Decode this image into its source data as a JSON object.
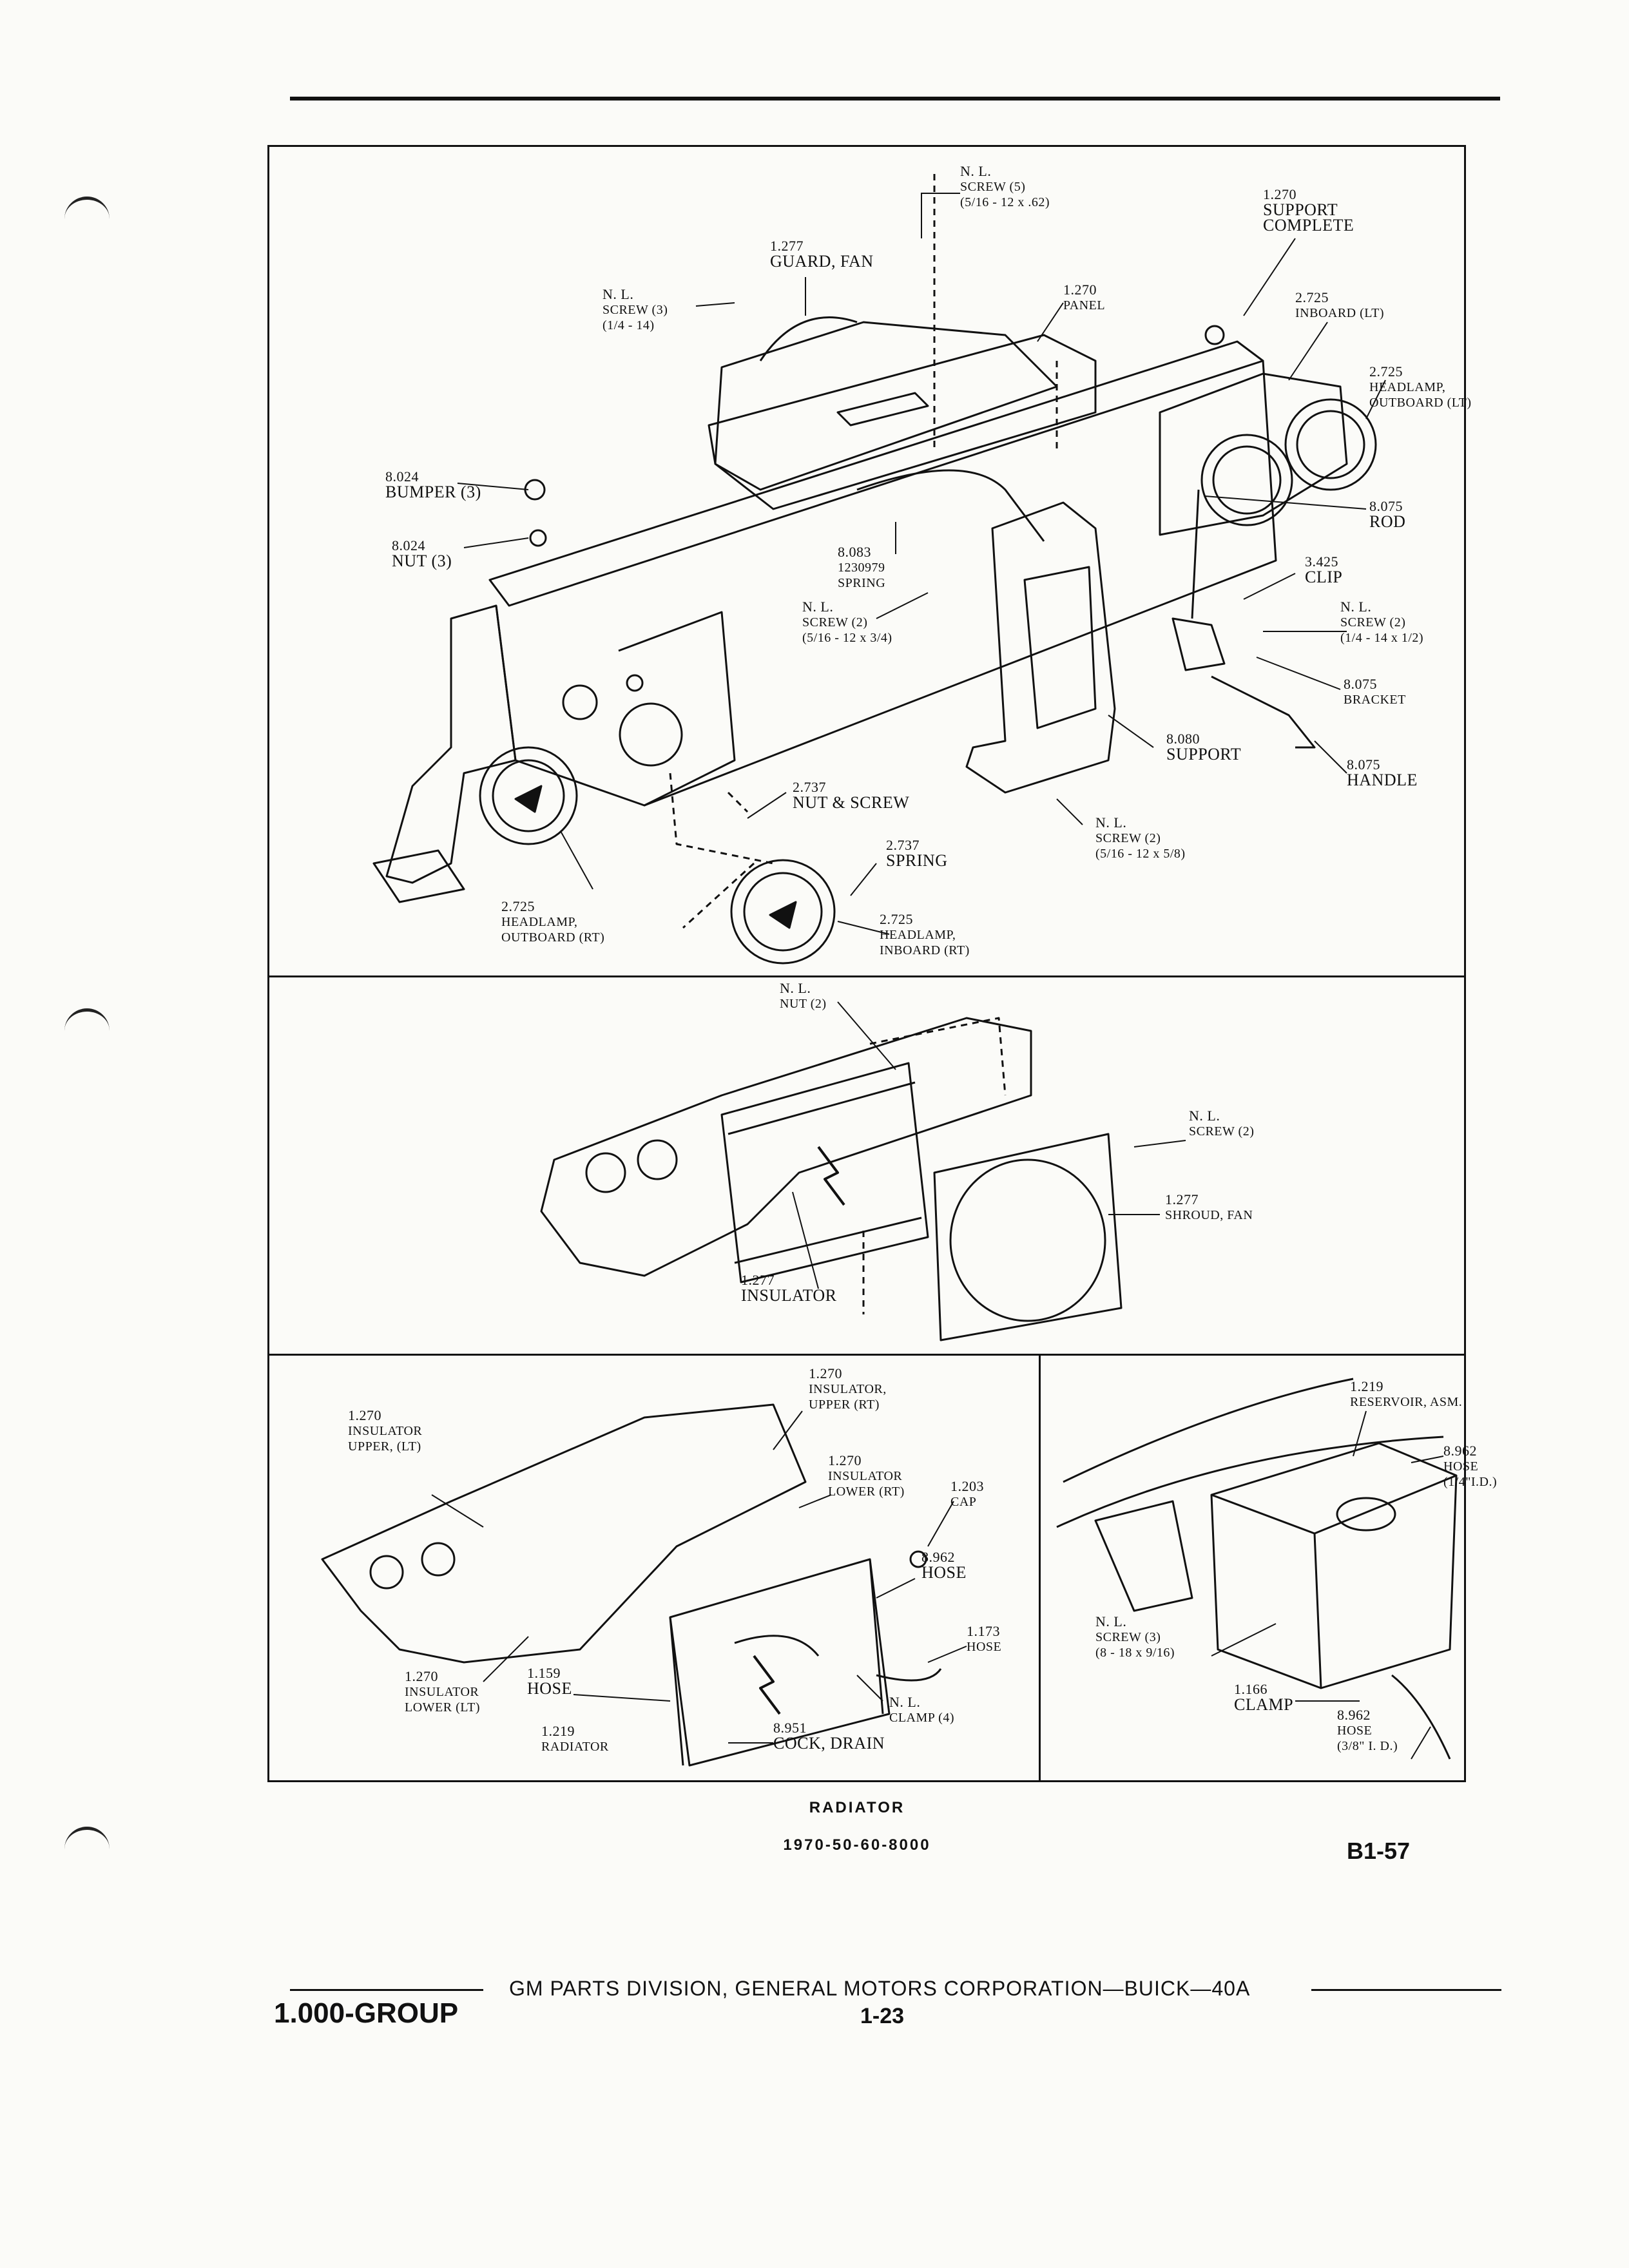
{
  "panel1": {
    "labels": [
      {
        "num": "N. L.",
        "text": "SCREW (5)\n(5/16 - 12 x .62)"
      },
      {
        "num": "1.270",
        "text": "SUPPORT\nCOMPLETE"
      },
      {
        "num": "1.277",
        "text": "GUARD, FAN"
      },
      {
        "num": "N. L.",
        "text": "SCREW (3)\n(1/4 - 14)"
      },
      {
        "num": "1.270",
        "text": "PANEL"
      },
      {
        "num": "2.725",
        "text": "INBOARD (LT)"
      },
      {
        "num": "2.725",
        "text": "HEADLAMP,\nOUTBOARD (LT)"
      },
      {
        "num": "8.024",
        "text": "BUMPER (3)"
      },
      {
        "num": "8.024",
        "text": "NUT (3)"
      },
      {
        "num": "8.075",
        "text": "ROD"
      },
      {
        "num": "8.083",
        "text": "1230979\nSPRING"
      },
      {
        "num": "3.425",
        "text": "CLIP"
      },
      {
        "num": "N. L.",
        "text": "SCREW (2)\n(5/16 - 12 x 3/4)"
      },
      {
        "num": "N. L.",
        "text": "SCREW (2)\n(1/4 - 14 x 1/2)"
      },
      {
        "num": "8.075",
        "text": "BRACKET"
      },
      {
        "num": "8.080",
        "text": "SUPPORT"
      },
      {
        "num": "8.075",
        "text": "HANDLE"
      },
      {
        "num": "2.737",
        "text": "NUT & SCREW"
      },
      {
        "num": "2.737",
        "text": "SPRING"
      },
      {
        "num": "N. L.",
        "text": "SCREW (2)\n(5/16 - 12 x 5/8)"
      },
      {
        "num": "2.725",
        "text": "HEADLAMP,\nOUTBOARD (RT)"
      },
      {
        "num": "2.725",
        "text": "HEADLAMP,\nINBOARD (RT)"
      }
    ]
  },
  "panel2": {
    "labels": [
      {
        "num": "N. L.",
        "text": "NUT (2)"
      },
      {
        "num": "N. L.",
        "text": "SCREW (2)"
      },
      {
        "num": "1.277",
        "text": "SHROUD, FAN"
      },
      {
        "num": "1.277",
        "text": "INSULATOR"
      }
    ]
  },
  "panel3": {
    "labels": [
      {
        "num": "1.270",
        "text": "INSULATOR,\nUPPER (RT)"
      },
      {
        "num": "1.270",
        "text": "INSULATOR\nUPPER, (LT)"
      },
      {
        "num": "1.270",
        "text": "INSULATOR\nLOWER (RT)"
      },
      {
        "num": "1.203",
        "text": "CAP"
      },
      {
        "num": "8.962",
        "text": "HOSE"
      },
      {
        "num": "1.173",
        "text": "HOSE"
      },
      {
        "num": "1.270",
        "text": "INSULATOR\nLOWER (LT)"
      },
      {
        "num": "1.159",
        "text": "HOSE"
      },
      {
        "num": "N. L.",
        "text": "CLAMP (4)"
      },
      {
        "num": "8.951",
        "text": "COCK, DRAIN"
      },
      {
        "num": "1.219",
        "text": "RADIATOR"
      }
    ]
  },
  "panel4": {
    "labels": [
      {
        "num": "1.219",
        "text": "RESERVOIR, ASM."
      },
      {
        "num": "8.962",
        "text": "HOSE\n(1/4\"I.D.)"
      },
      {
        "num": "N. L.",
        "text": "SCREW (3)\n(8 - 18 x 9/16)"
      },
      {
        "num": "1.166",
        "text": "CLAMP"
      },
      {
        "num": "8.962",
        "text": "HOSE\n(3/8\" I. D.)"
      }
    ]
  },
  "caption": {
    "title": "RADIATOR",
    "code": "1970-50-60-8000"
  },
  "page_ref": "B1-57",
  "footer": {
    "publisher": "GM PARTS DIVISION,  GENERAL MOTORS CORPORATION—BUICK—40A",
    "group": "1.000-GROUP",
    "page": "1-23"
  }
}
